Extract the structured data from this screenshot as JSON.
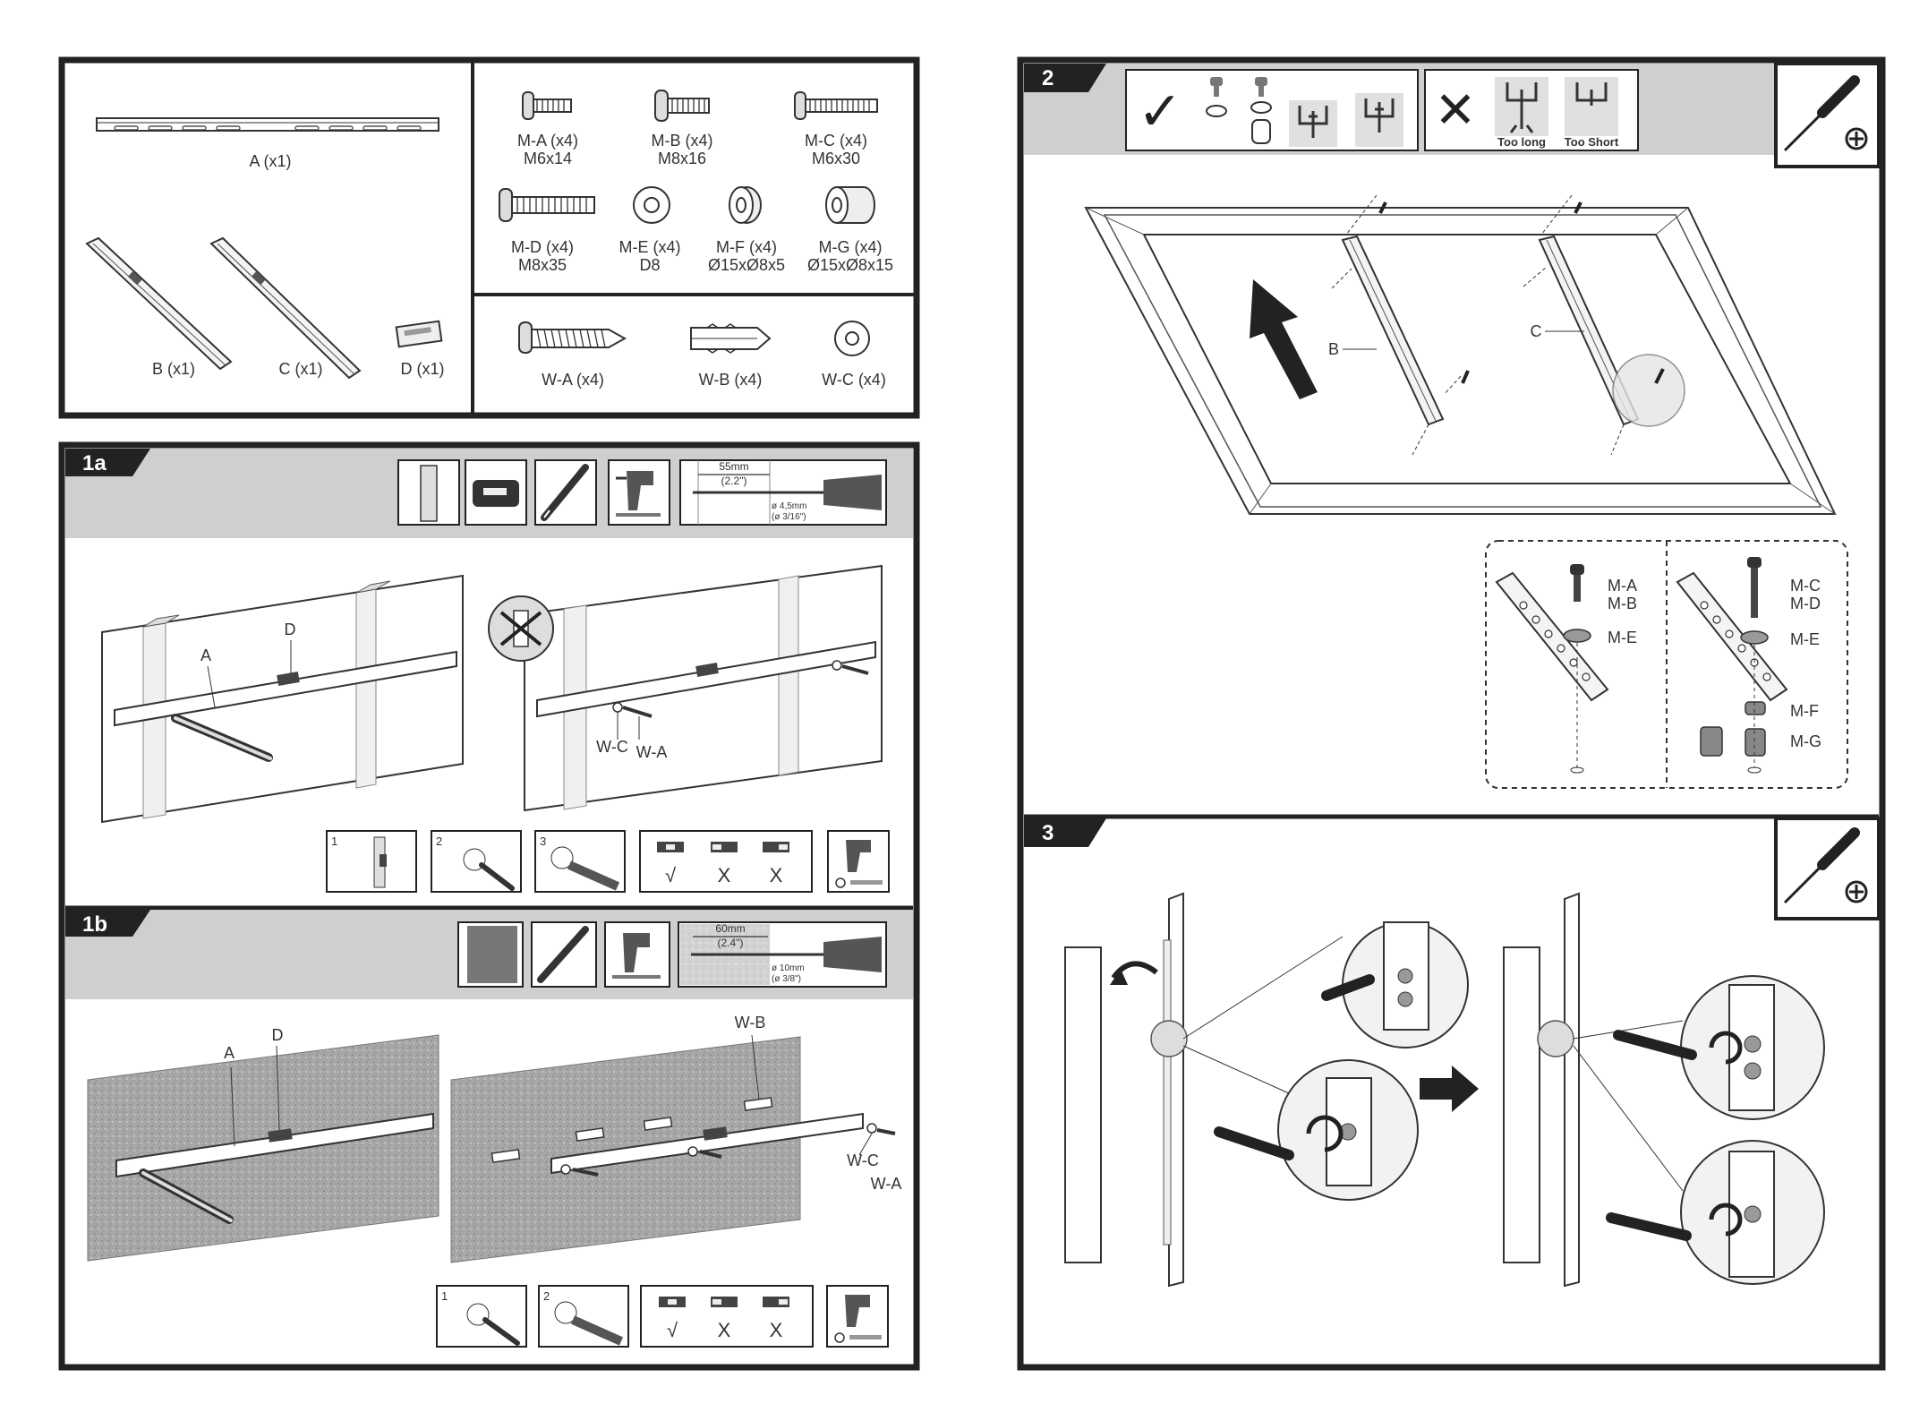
{
  "parts": {
    "rail": {
      "label": "A (x1)"
    },
    "arms": [
      {
        "label": "B (x1)"
      },
      {
        "label": "C (x1)"
      }
    ],
    "level": {
      "label": "D (x1)"
    },
    "screws": [
      {
        "name": "M-A (x4)",
        "size": "M6x14"
      },
      {
        "name": "M-B (x4)",
        "size": "M8x16"
      },
      {
        "name": "M-C (x4)",
        "size": "M6x30"
      },
      {
        "name": "M-D (x4)",
        "size": "M8x35"
      },
      {
        "name": "M-E (x4)",
        "size": "D8"
      },
      {
        "name": "M-F (x4)",
        "size": "Ø15xØ8x5"
      },
      {
        "name": "M-G (x4)",
        "size": "Ø15xØ8x15"
      }
    ],
    "wall_hardware": [
      {
        "name": "W-A (x4)"
      },
      {
        "name": "W-B (x4)"
      },
      {
        "name": "W-C (x4)"
      }
    ]
  },
  "step_1a": {
    "badge": "1a",
    "drill_depth": "55mm",
    "drill_depth_in": "(2.2\")",
    "bit": "ø 4,5mm",
    "bit_in": "(ø 3/16\")",
    "callout_rail": "A",
    "callout_level": "D",
    "callout_washer": "W-C",
    "callout_screw": "W-A",
    "substeps": [
      "1",
      "2",
      "3"
    ],
    "level_check": [
      "√",
      "X",
      "X"
    ]
  },
  "step_1b": {
    "badge": "1b",
    "drill_depth": "60mm",
    "drill_depth_in": "(2.4\")",
    "bit": "ø 10mm",
    "bit_in": "(ø 3/8\")",
    "callout_rail": "A",
    "callout_level": "D",
    "callout_anchor": "W-B",
    "callout_washer": "W-C",
    "callout_screw": "W-A",
    "substeps": [
      "1",
      "2"
    ],
    "level_check": [
      "√",
      "X",
      "X"
    ]
  },
  "step_2": {
    "badge": "2",
    "ok_symbol": "✓",
    "bad_symbol": "✕",
    "too_long": "Too long",
    "too_short": "Too Short",
    "callout_b": "B",
    "callout_c": "C",
    "detail_left": [
      "M-A",
      "M-B",
      "M-E"
    ],
    "detail_right": [
      "M-C",
      "M-D",
      "M-E",
      "M-F",
      "M-G"
    ]
  },
  "step_3": {
    "badge": "3"
  },
  "colors": {
    "frame": "#222222",
    "header_band": "#cfcfcf",
    "wall_texture": "#a9a9a9",
    "line": "#333333"
  },
  "icons": [
    "screwdriver-icon",
    "drill-icon",
    "pencil-icon",
    "spirit-level-icon",
    "arrow-icon"
  ]
}
